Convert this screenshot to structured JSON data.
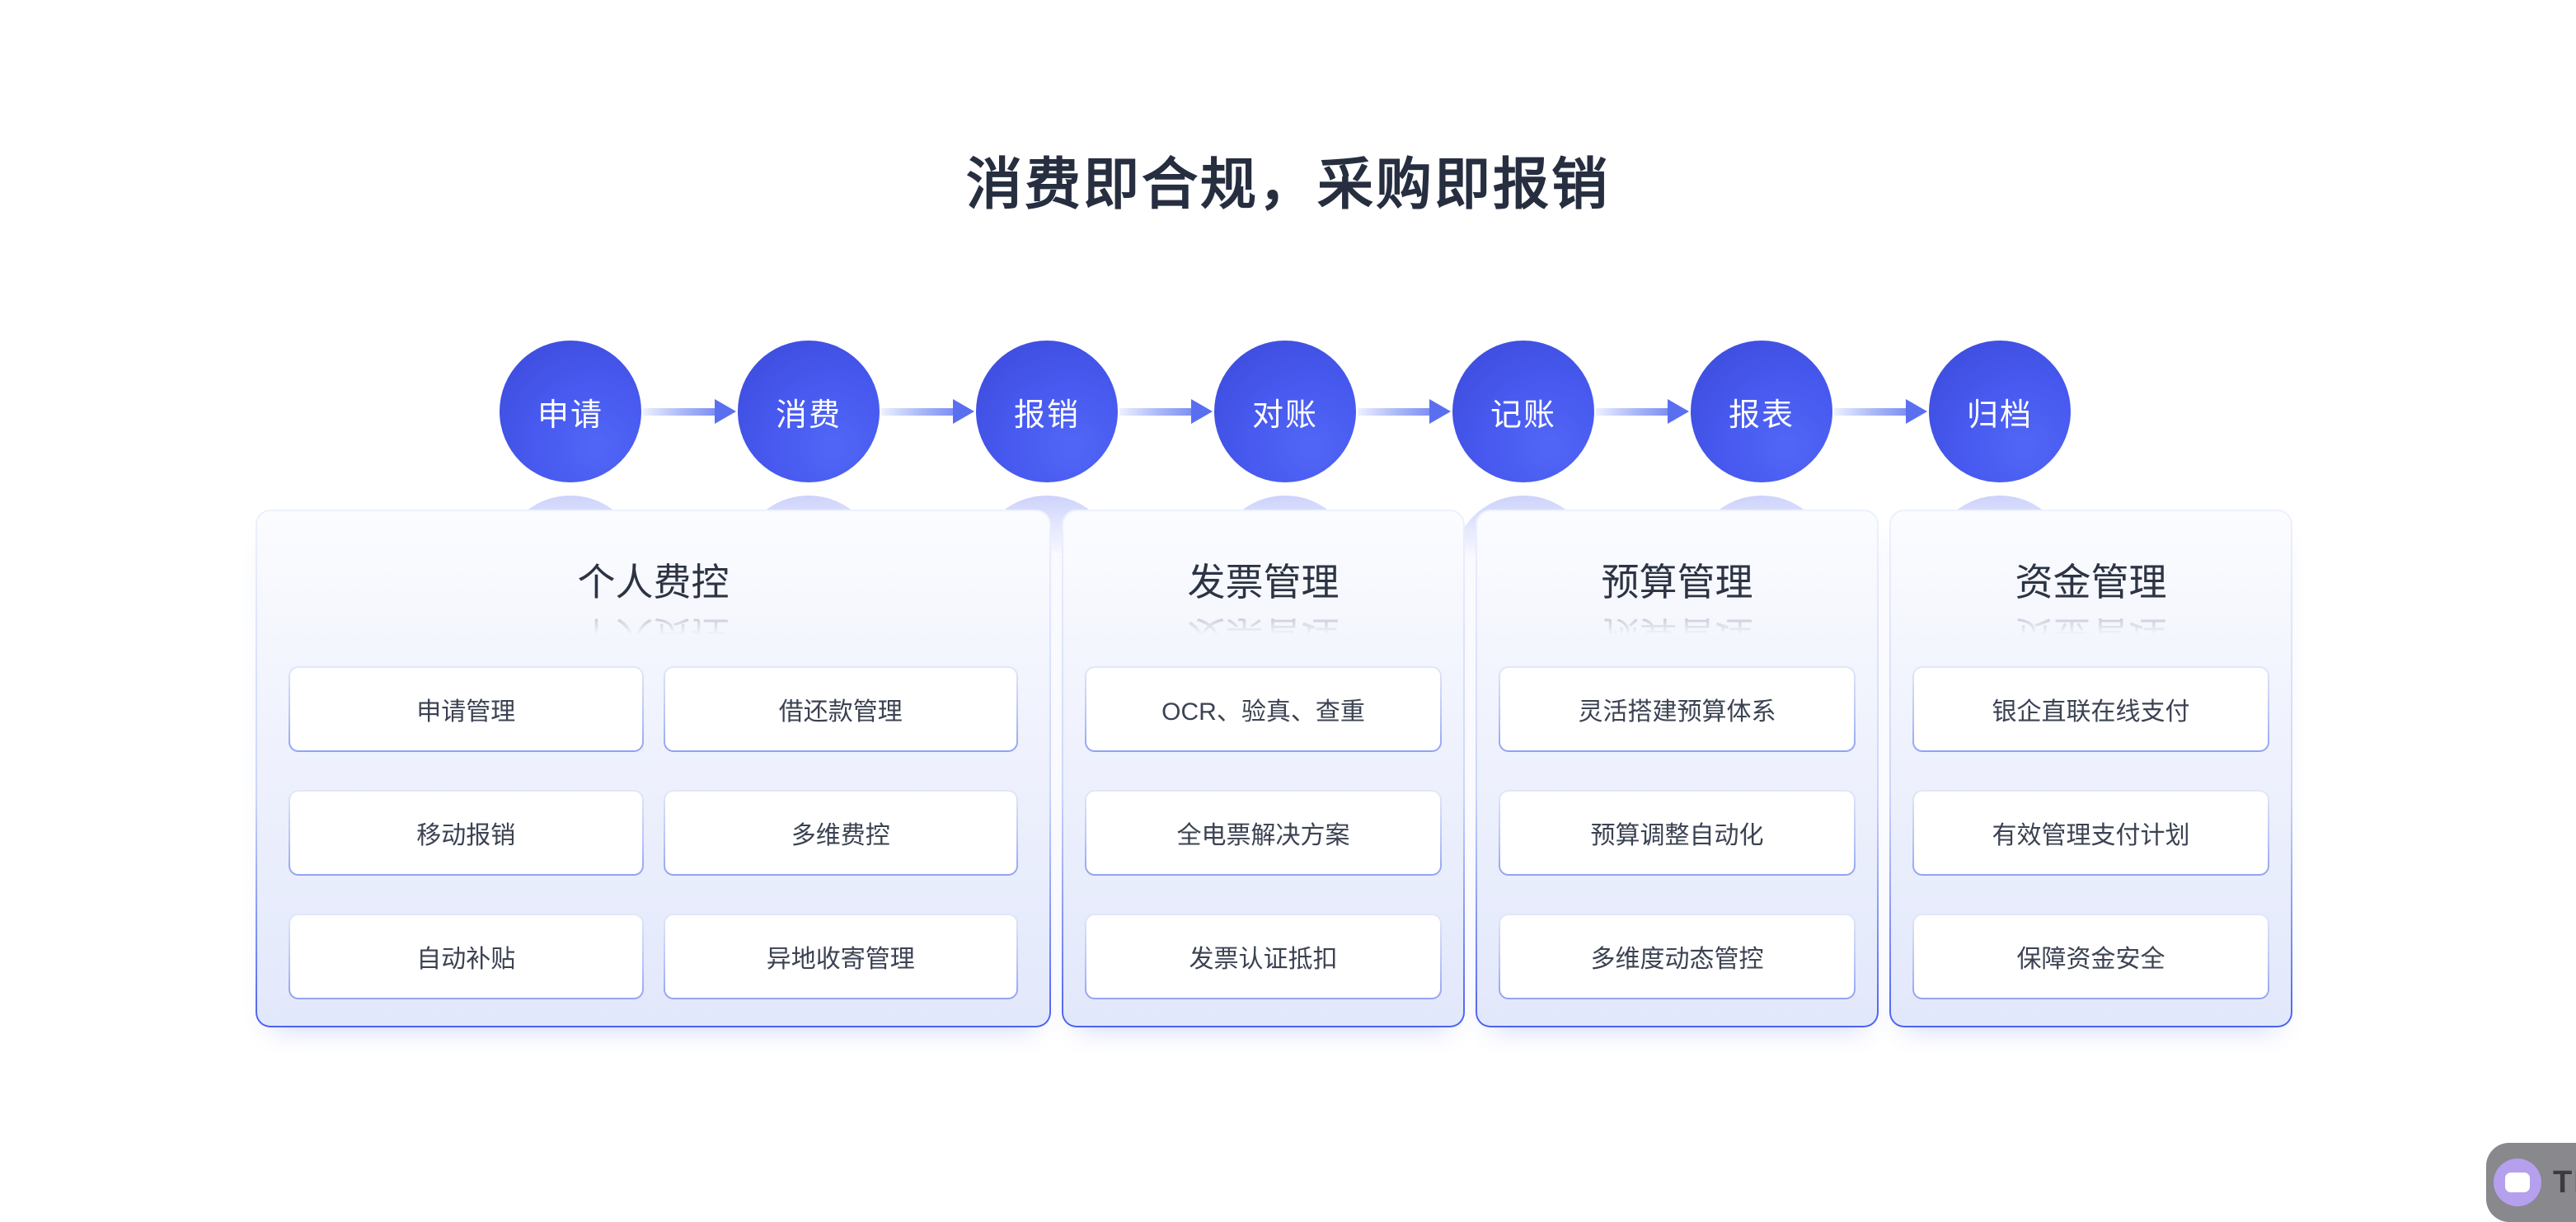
{
  "page": {
    "title": "消费即合规，采购即报销"
  },
  "flow": {
    "steps": [
      "申请",
      "消费",
      "报销",
      "对账",
      "记账",
      "报表",
      "归档"
    ]
  },
  "cards": [
    {
      "title": "个人费控",
      "columns": 2,
      "items": [
        "申请管理",
        "借还款管理",
        "移动报销",
        "多维费控",
        "自动补贴",
        "异地收寄管理"
      ]
    },
    {
      "title": "发票管理",
      "columns": 1,
      "items": [
        "OCR、验真、查重",
        "全电票解决方案",
        "发票认证抵扣"
      ]
    },
    {
      "title": "预算管理",
      "columns": 1,
      "items": [
        "灵活搭建预算体系",
        "预算调整自动化",
        "多维度动态管控"
      ]
    },
    {
      "title": "资金管理",
      "columns": 1,
      "items": [
        "银企直联在线支付",
        "有效管理支付计划",
        "保障资金安全"
      ]
    }
  ],
  "watermark": {
    "text": "TIN"
  },
  "colors": {
    "circle_blue": "#4759ef",
    "arrow_blue": "#5a6ff0",
    "card_border_bottom": "#4b61f0",
    "card_bg_bottom": "#e2e8fb",
    "item_border_bottom": "#90a2f3",
    "title_text": "#262e40",
    "item_text": "#3b4252"
  }
}
